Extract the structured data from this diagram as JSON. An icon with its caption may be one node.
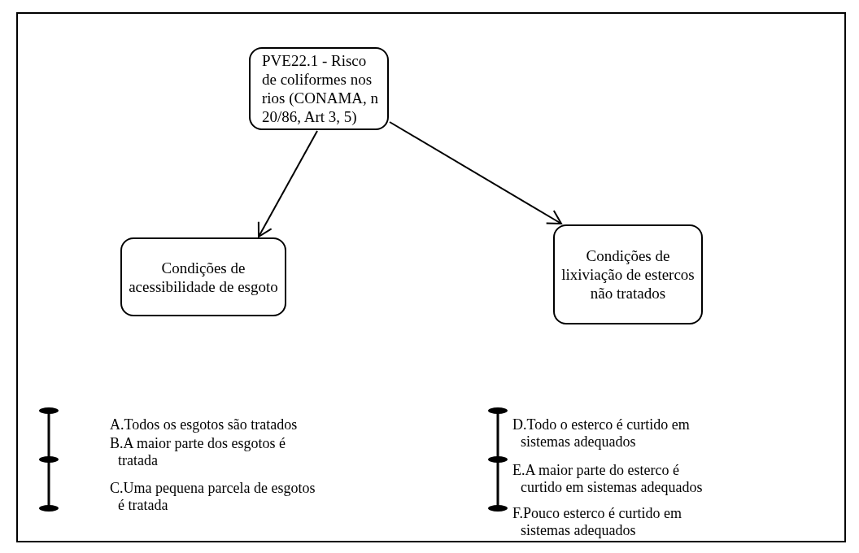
{
  "diagram": {
    "nodes": [
      {
        "text": [
          "PVE22.1 - Risco de coliformes nos rios (CONAMA, n 20/86, Art 3, 5)"
        ]
      },
      {
        "text": [
          "Condições de acessibilidade de esgoto"
        ]
      },
      {
        "text": [
          "Condições de lixiviação de estercos não tratados"
        ]
      }
    ],
    "edges": [
      {
        "from": 0,
        "to": 1,
        "arrow": "to"
      },
      {
        "from": 0,
        "to": 2,
        "arrow": "to"
      }
    ],
    "labels": [
      "A.Todos os esgotos são tratados",
      "B.A maior parte dos esgotos é tratada",
      "C.Uma pequena parcela de esgotos é tratada",
      "D.Todo o esterco é curtido em sistemas adequados",
      "E.A maior parte do esterco é curtido em sistemas adequados",
      "F.Pouco esterco é curtido em sistemas adequados"
    ]
  }
}
